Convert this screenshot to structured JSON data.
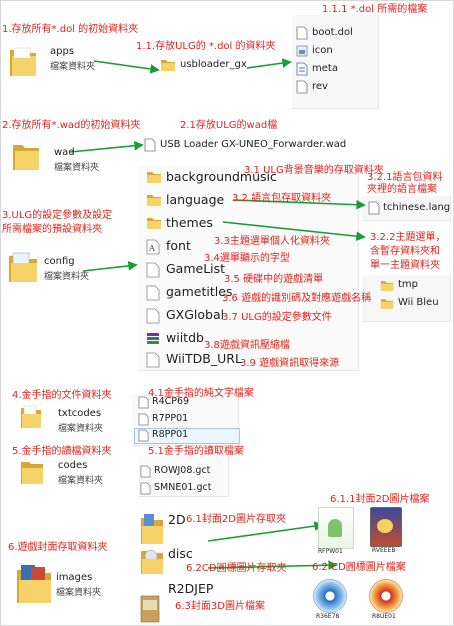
{
  "annotations": {
    "a1": "1.存放所有*.dol 的初始資料夾",
    "a1_1": "1.1.存放ULG的 *.dol 的資料夾",
    "a1_1_1": "1.1.1 *.dol 所需的檔案",
    "a2": "2.存放所有*.wad的初始資料夾",
    "a2_1": "2.1存放ULG的wad檔",
    "a3_line1": "3.ULG的設定參數及設定",
    "a3_line2": "所需檔案的預設資料夾",
    "a3_1": "3.1 ULG背景音樂的存取資料夾",
    "a3_2": "3.2 語言包存取資料夾",
    "a3_2_1_line1": "3.2.1語言包資料",
    "a3_2_1_line2": "夾裡的語言檔案",
    "a3_2_2_line1": "3.2.2主題選單，",
    "a3_2_2_line2": "含暫存資料夾和",
    "a3_2_2_line3": "單一主題資料夾",
    "a3_3": "3.3主題選單個人化資料夾",
    "a3_4": "3.4選單顯示的字型",
    "a3_5": "3.5 硬碟中的遊戲清單",
    "a3_6": "3.6 遊戲的識別碼及對應遊戲名稱",
    "a3_7": "3.7 ULG的設定參數文件",
    "a3_8": "3.8遊戲資訊壓縮檔",
    "a3_9": "3.9 遊戲資訊取得來源",
    "a4": "4.金手指的文件資料夾",
    "a4_1": "4.1金手指的純文字檔案",
    "a5": "5.金手指的讀檔資料夾",
    "a5_1": "5.1金手指的讀取檔案",
    "a6": "6.遊戲封面存取資料夾",
    "a6_1": "6.1封面2D圖片存取夾",
    "a6_1_1": "6.1.1封面2D圖片檔案",
    "a6_2": "6.2CD圓標圖片存取夾",
    "a6_2b": "6.2 CD圓標圖片檔案",
    "a6_3": "6.3封面3D圖片檔案"
  },
  "folders": {
    "apps": {
      "name": "apps",
      "type": "檔案資料夾"
    },
    "usbloader": {
      "name": "usbloader_gx"
    },
    "wad": {
      "name": "wad",
      "type": "檔案資料夾"
    },
    "config": {
      "name": "config",
      "type": "檔案資料夾"
    },
    "txtcodes": {
      "name": "txtcodes",
      "type": "檔案資料夾"
    },
    "codes": {
      "name": "codes",
      "type": "檔案資料夾"
    },
    "images": {
      "name": "images",
      "type": "檔案資料夾"
    },
    "sub2d": {
      "name": "2D"
    },
    "disc": {
      "name": "disc"
    },
    "r2djep": {
      "name": "R2DJEP"
    }
  },
  "dol_files": [
    "boot.dol",
    "icon",
    "meta",
    "rev"
  ],
  "wad_file": "USB Loader GX-UNEO_Forwarder.wad",
  "config_items": [
    "backgroundmusic",
    "language",
    "themes",
    "font",
    "GameList",
    "gametitles",
    "GXGlobal",
    "wiitdb",
    "WiiTDB_URL"
  ],
  "language_file": "tchinese.lang",
  "theme_folders": [
    "tmp",
    "Wii Bleu"
  ],
  "txt_files": [
    "R4CP69",
    "R7PP01",
    "R8PP01"
  ],
  "gct_files": [
    "ROWJ08.gct",
    "SMNE01.gct"
  ],
  "cover_2d_labels": [
    "RFPW01",
    "RVEEEB"
  ],
  "disc_labels": [
    "R36E78",
    "R8UE01"
  ],
  "colors": {
    "annotation": "#e0241b",
    "arrow": "#1a9e33",
    "folder": "#f1c245"
  }
}
